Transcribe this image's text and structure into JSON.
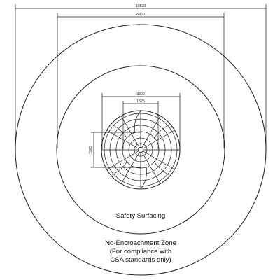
{
  "dimensions": {
    "outer_width": "10820",
    "middle_width": "6960",
    "inner_width": "3300",
    "core_width": "1525",
    "side_height": "1525"
  },
  "zones": {
    "safety_surfacing": "Safety Surfacing",
    "no_encroachment_line1": "No-Encroachment Zone",
    "no_encroachment_line2": "(For compliance with",
    "no_encroachment_line3": "CSA standards only)"
  },
  "colors": {
    "line": "#1a1a1a",
    "background": "#ffffff"
  }
}
